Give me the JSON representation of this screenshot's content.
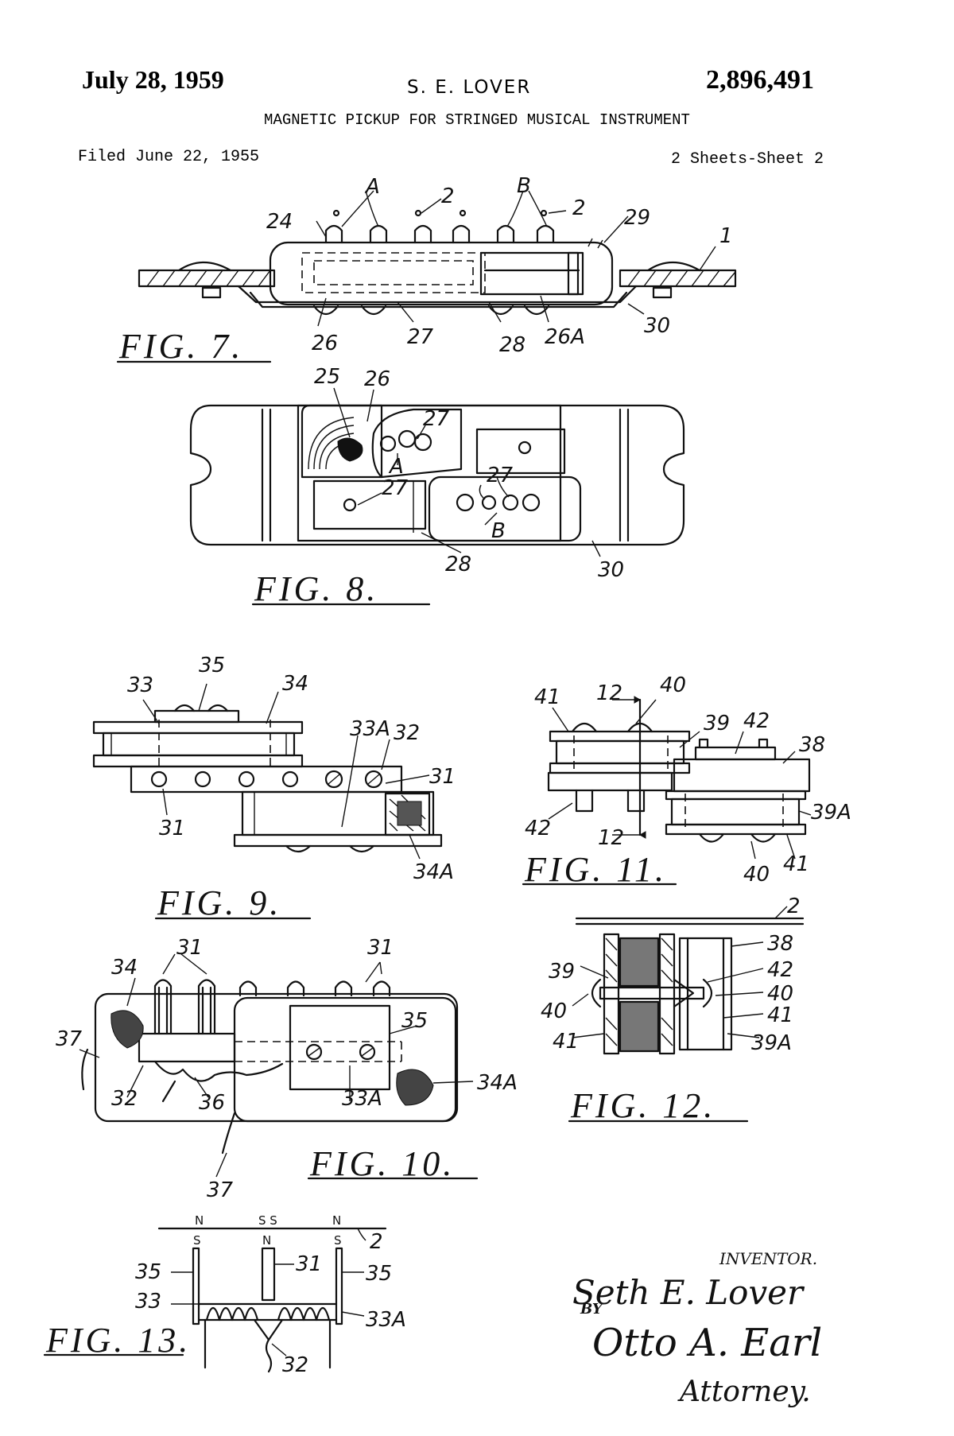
{
  "header": {
    "date": "July 28, 1959",
    "inventor": "S. E. LOVER",
    "patent_number": "2,896,491",
    "title": "MAGNETIC PICKUP FOR STRINGED MUSICAL INSTRUMENT",
    "filed": "Filed June 22, 1955",
    "sheets": "2 Sheets-Sheet 2"
  },
  "figures": {
    "fig7": {
      "label": "FIG. 7.",
      "refs": {
        "r24": "24",
        "rA": "A",
        "r2a": "2",
        "rB": "B",
        "r2b": "2",
        "r29": "29",
        "r1": "1",
        "r26": "26",
        "r27": "27",
        "r28": "28",
        "r26a": "26A",
        "r30": "30"
      }
    },
    "fig8": {
      "label": "FIG. 8.",
      "refs": {
        "r25": "25",
        "r26": "26",
        "r27a": "27",
        "rA": "A",
        "r27b": "27",
        "r27c": "27",
        "rB": "B",
        "r28": "28",
        "r30": "30"
      }
    },
    "fig9": {
      "label": "FIG. 9.",
      "refs": {
        "r33": "33",
        "r35": "35",
        "r34": "34",
        "r33a": "33A",
        "r32": "32",
        "r31a": "31",
        "r31b": "31",
        "r34a": "34A"
      }
    },
    "fig10": {
      "label": "FIG. 10.",
      "refs": {
        "r31a": "31",
        "r31b": "31",
        "r34": "34",
        "r37a": "37",
        "r35": "35",
        "r32": "32",
        "r36": "36",
        "r33a": "33A",
        "r34a": "34A",
        "r37b": "37"
      }
    },
    "fig11": {
      "label": "FIG. 11.",
      "refs": {
        "r41a": "41",
        "r12a": "12",
        "r40a": "40",
        "r39": "39",
        "r42a": "42",
        "r38": "38",
        "r42b": "42",
        "r12b": "12",
        "r39a": "39A",
        "r40b": "40",
        "r41b": "41"
      }
    },
    "fig12": {
      "label": "FIG. 12.",
      "refs": {
        "r2": "2",
        "r38": "38",
        "r39": "39",
        "r42": "42",
        "r40a": "40",
        "r40b": "40",
        "r41a": "41",
        "r41b": "41",
        "r39a": "39A"
      }
    },
    "fig13": {
      "label": "FIG. 13.",
      "poles_top": [
        "N",
        "S S",
        "N"
      ],
      "poles_bottom": [
        "S",
        "N",
        "S"
      ],
      "refs": {
        "r2": "2",
        "r35a": "35",
        "r31": "31",
        "r35b": "35",
        "r33": "33",
        "r33a": "33A",
        "r32": "32"
      }
    }
  },
  "signature": {
    "inventor_label": "INVENTOR.",
    "inventor_name": "Seth E. Lover",
    "by": "BY",
    "attorney_name": "Otto A. Earl",
    "attorney_label": "Attorney."
  }
}
